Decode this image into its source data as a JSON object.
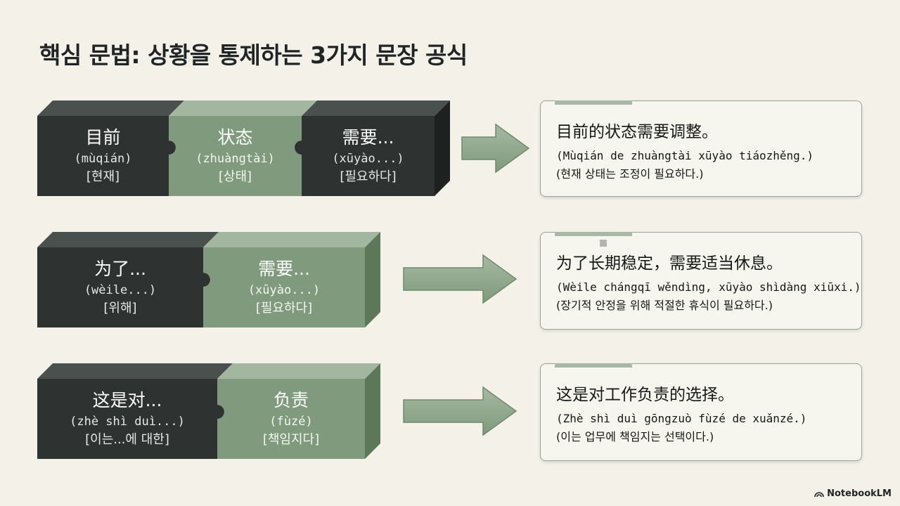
{
  "title": "핵심 문법: 상황을 통제하는 3가지 문장 공식",
  "rows": [
    {
      "blocks": [
        {
          "hanzi": "目前",
          "pinyin": "(mùqián)",
          "korean": "[현재]",
          "style": "dark"
        },
        {
          "hanzi": "状态",
          "pinyin": "(zhuàngtài)",
          "korean": "[상태]",
          "style": "green"
        },
        {
          "hanzi": "需要...",
          "pinyin": "(xūyào...)",
          "korean": "[필요하다]",
          "style": "dark"
        }
      ],
      "sentence": "目前的状态需要调整。",
      "pinyin": "(Mùqián de zhuàngtài xūyào tiáozhěng.)",
      "korean": "(현재 상태는 조정이 필요하다.)"
    },
    {
      "blocks": [
        {
          "hanzi": "为了...",
          "pinyin": "(wèile...)",
          "korean": "[위해]",
          "style": "dark"
        },
        {
          "hanzi": "需要...",
          "pinyin": "(xūyào...)",
          "korean": "[필요하다]",
          "style": "green"
        }
      ],
      "sentence": "为了长期稳定，需要适当休息。",
      "pinyin": "(Wèile chángqī wěndìng, xūyào shìdàng xiūxi.)",
      "korean": "(장기적 안정을 위해 적절한 휴식이 필요하다.)"
    },
    {
      "blocks": [
        {
          "hanzi": "这是对...",
          "pinyin": "(zhè shì duì...)",
          "korean": "[이는...에 대한]",
          "style": "dark"
        },
        {
          "hanzi": "负责",
          "pinyin": "(fùzé)",
          "korean": "[책임지다]",
          "style": "green"
        }
      ],
      "sentence": "这是对工作负责的选择。",
      "pinyin": "(Zhè shì duì gōngzuò fùzé de xuǎnzé.)",
      "korean": "(이는 업무에 책임지는 선택이다.)"
    }
  ],
  "colors": {
    "background": "#f4f2e8",
    "dark_block": "#2e3331",
    "green_block": "#7f9a7c",
    "arrow": "#8fa88c"
  },
  "footer": {
    "logo_text": "NotebookLM"
  }
}
